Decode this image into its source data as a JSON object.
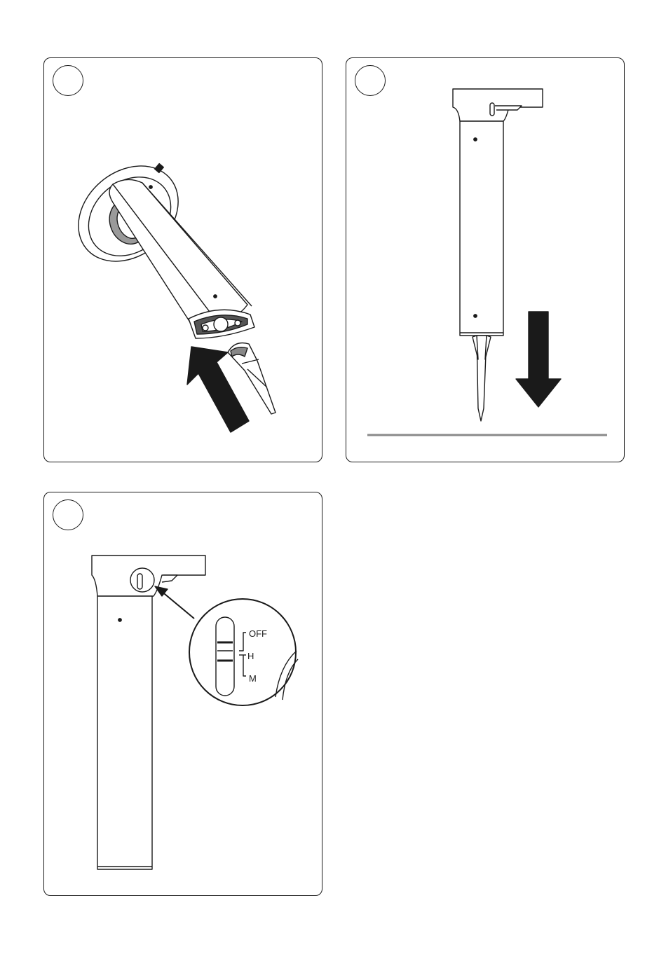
{
  "steps": [
    {
      "number": ""
    },
    {
      "number": ""
    },
    {
      "number": ""
    }
  ],
  "switch": {
    "off_label": "OFF",
    "h_label": "H",
    "m_label": "M"
  }
}
